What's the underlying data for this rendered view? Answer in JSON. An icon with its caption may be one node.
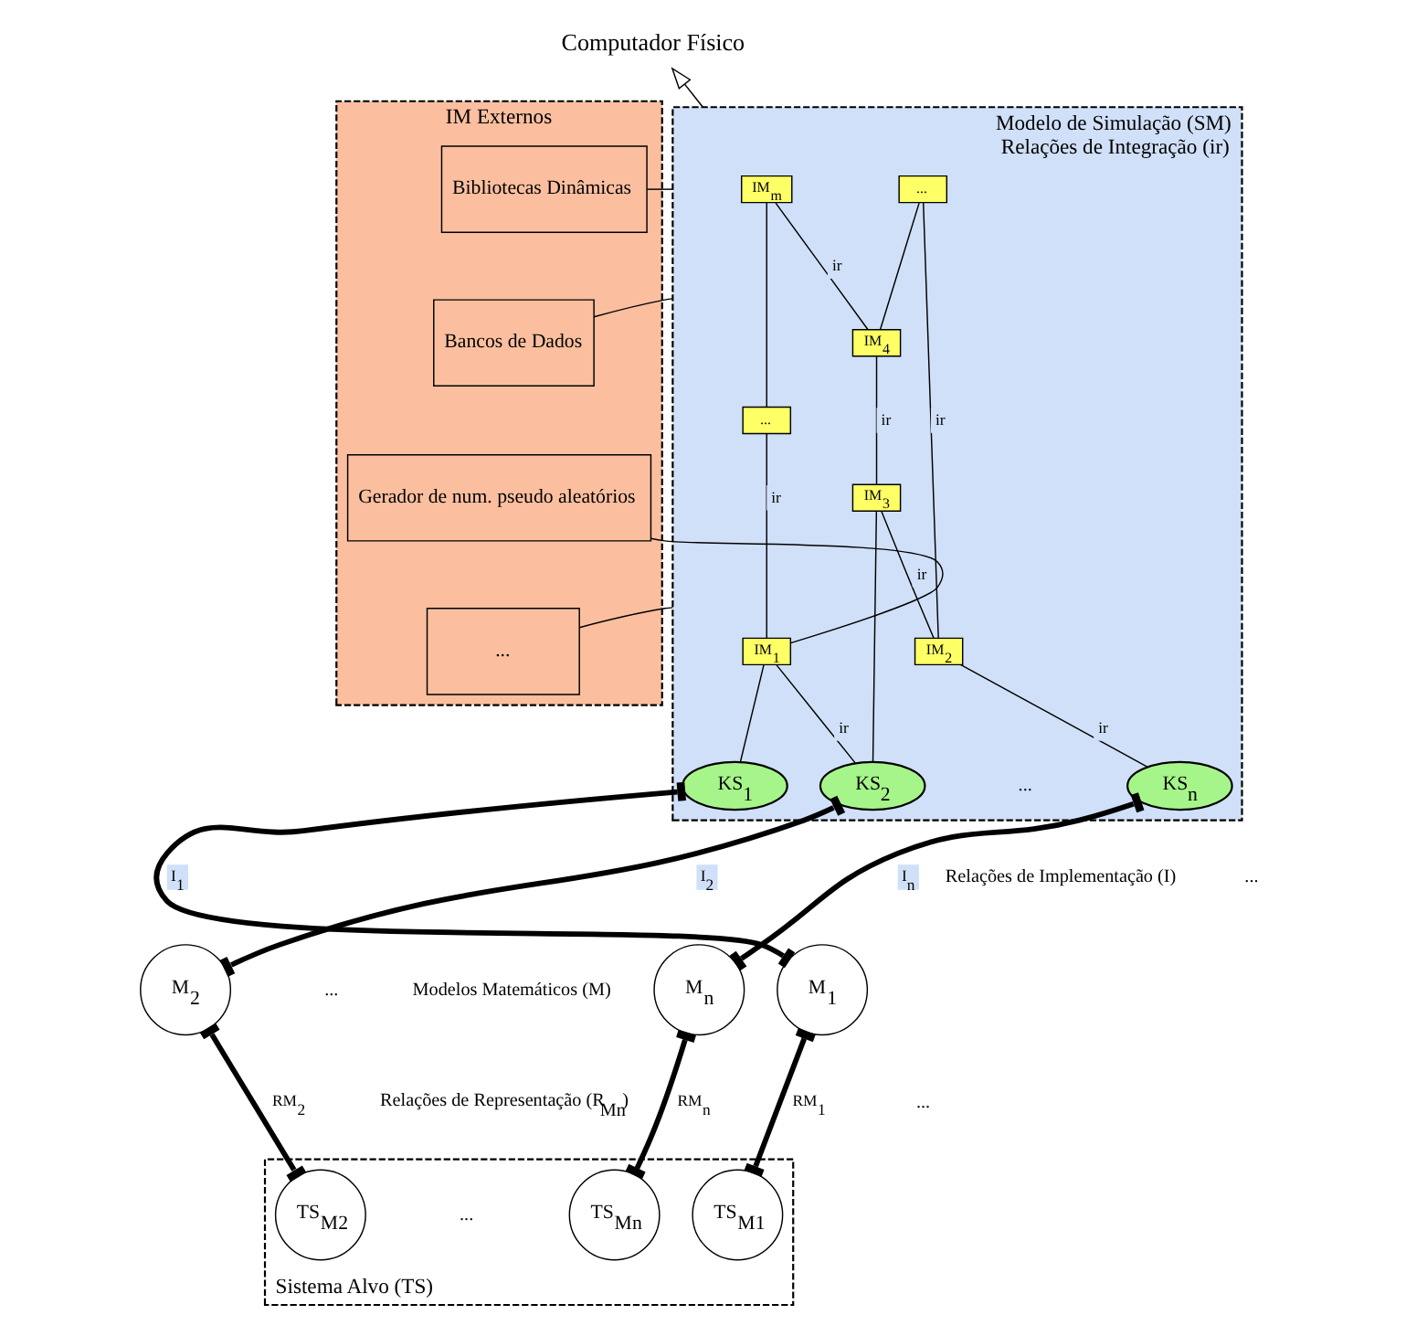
{
  "diagram": {
    "nodes": [
      {
        "text": [
          "IM Externos"
        ]
      },
      {
        "text": [
          "Bibliotecas Dinâmicas"
        ],
        "in": 0
      },
      {
        "text": [
          "Bancos de Dados"
        ],
        "in": 0
      },
      {
        "text": [
          "Gerador de num. pseudo aleatórios"
        ],
        "in": 0
      },
      {
        "text": [
          "..."
        ],
        "in": 0
      },
      {
        "text": [
          "Modelo de Simulação (SM)",
          "Relações de Integração (ir)"
        ]
      },
      {
        "text": [
          "IM$_{m}$"
        ],
        "in": 5
      },
      {
        "text": [
          "..."
        ],
        "in": 5
      },
      {
        "text": [
          "..."
        ],
        "in": 5
      },
      {
        "text": [
          "IM$_{4}$"
        ],
        "in": 5
      },
      {
        "text": [
          "IM$_{1}$"
        ],
        "in": 5
      },
      {
        "text": [
          "IM$_{3}$"
        ],
        "in": 5
      },
      {
        "text": [
          "IM$_{2}$"
        ],
        "in": 5
      },
      {
        "text": [
          "KS$_{1}$"
        ],
        "in": 5
      },
      {
        "text": [
          "KS$_{2}$"
        ],
        "in": 5
      },
      {
        "text": [
          "KS$_{n}$"
        ],
        "in": 5
      },
      {
        "text": [
          "M$_{1}$"
        ]
      },
      {
        "text": [
          "M$_{2}$"
        ]
      },
      {
        "text": [
          "M$_{n}$"
        ]
      },
      {
        "text": [
          "Sistema Alvo (TS)"
        ]
      },
      {
        "text": [
          "TS$_{M1}$"
        ],
        "in": 19
      },
      {
        "text": [
          "TS$_{M2}$"
        ],
        "in": 19
      },
      {
        "text": [
          "TS$_{Mn}$"
        ],
        "in": 19
      },
      {
        "text": [
          "Computador Físico"
        ]
      }
    ],
    "edges": [
      {
        "from": 5,
        "to": 23,
        "arrow": "to"
      },
      {
        "from": 1,
        "to": 5,
        "arrow": "none"
      },
      {
        "from": 2,
        "to": 5,
        "arrow": "none"
      },
      {
        "from": 3,
        "to": 10,
        "arrow": "none"
      },
      {
        "from": 4,
        "to": 5,
        "arrow": "none"
      },
      {
        "from": 6,
        "to": 8,
        "arrow": "none"
      },
      {
        "from": 6,
        "to": 9,
        "arrow": "none",
        "label": "ir"
      },
      {
        "from": 7,
        "to": 9,
        "arrow": "none"
      },
      {
        "from": 7,
        "to": 12,
        "arrow": "none",
        "label": "ir"
      },
      {
        "from": 8,
        "to": 10,
        "arrow": "none",
        "label": "ir"
      },
      {
        "from": 9,
        "to": 11,
        "arrow": "none",
        "label": "ir"
      },
      {
        "from": 10,
        "to": 13,
        "arrow": "none"
      },
      {
        "from": 10,
        "to": 14,
        "arrow": "none",
        "label": "ir"
      },
      {
        "from": 11,
        "to": 14,
        "arrow": "none"
      },
      {
        "from": 11,
        "to": 12,
        "arrow": "none",
        "label": "ir"
      },
      {
        "from": 12,
        "to": 15,
        "arrow": "none",
        "label": "ir"
      },
      {
        "from": 13,
        "to": 16,
        "arrow": "other",
        "style": "thick",
        "label": "I$_{1}$"
      },
      {
        "from": 14,
        "to": 17,
        "arrow": "other",
        "style": "thick",
        "label": "I$_{2}$"
      },
      {
        "from": 15,
        "to": 18,
        "arrow": "other",
        "style": "thick",
        "label": "I$_{n}$"
      },
      {
        "from": 16,
        "to": 20,
        "arrow": "other",
        "style": "thick",
        "label": "RM$_{1}$"
      },
      {
        "from": 17,
        "to": 21,
        "arrow": "other",
        "style": "thick",
        "label": "RM$_{2}$"
      },
      {
        "from": 18,
        "to": 22,
        "arrow": "other",
        "style": "thick",
        "label": "RM$_{n}$"
      }
    ],
    "labels": [
      "...",
      "Relações de Implementação (I)",
      "...",
      "Modelos Matemáticos (M)",
      "...",
      "Relações de Representação (R$_{Mn}$)",
      "...",
      "..."
    ]
  }
}
